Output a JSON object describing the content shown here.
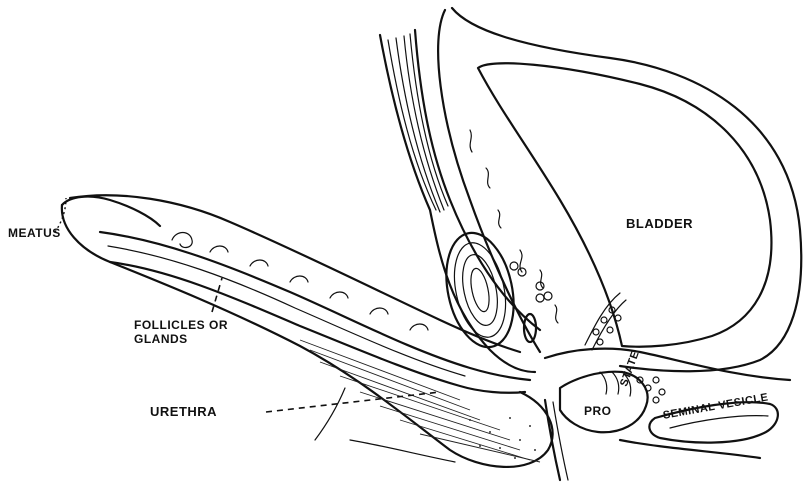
{
  "labels": {
    "meatus": "MEATUS",
    "follicles_line1": "FOLLICLES OR",
    "follicles_line2": "GLANDS",
    "urethra": "URETHRA",
    "bladder": "BLADDER",
    "prostate_pro": "PRO",
    "prostate_state": "STATE",
    "seminal_vesicle": "SEMINAL VESICLE"
  },
  "colors": {
    "ink": "#111111",
    "background": "#ffffff"
  }
}
